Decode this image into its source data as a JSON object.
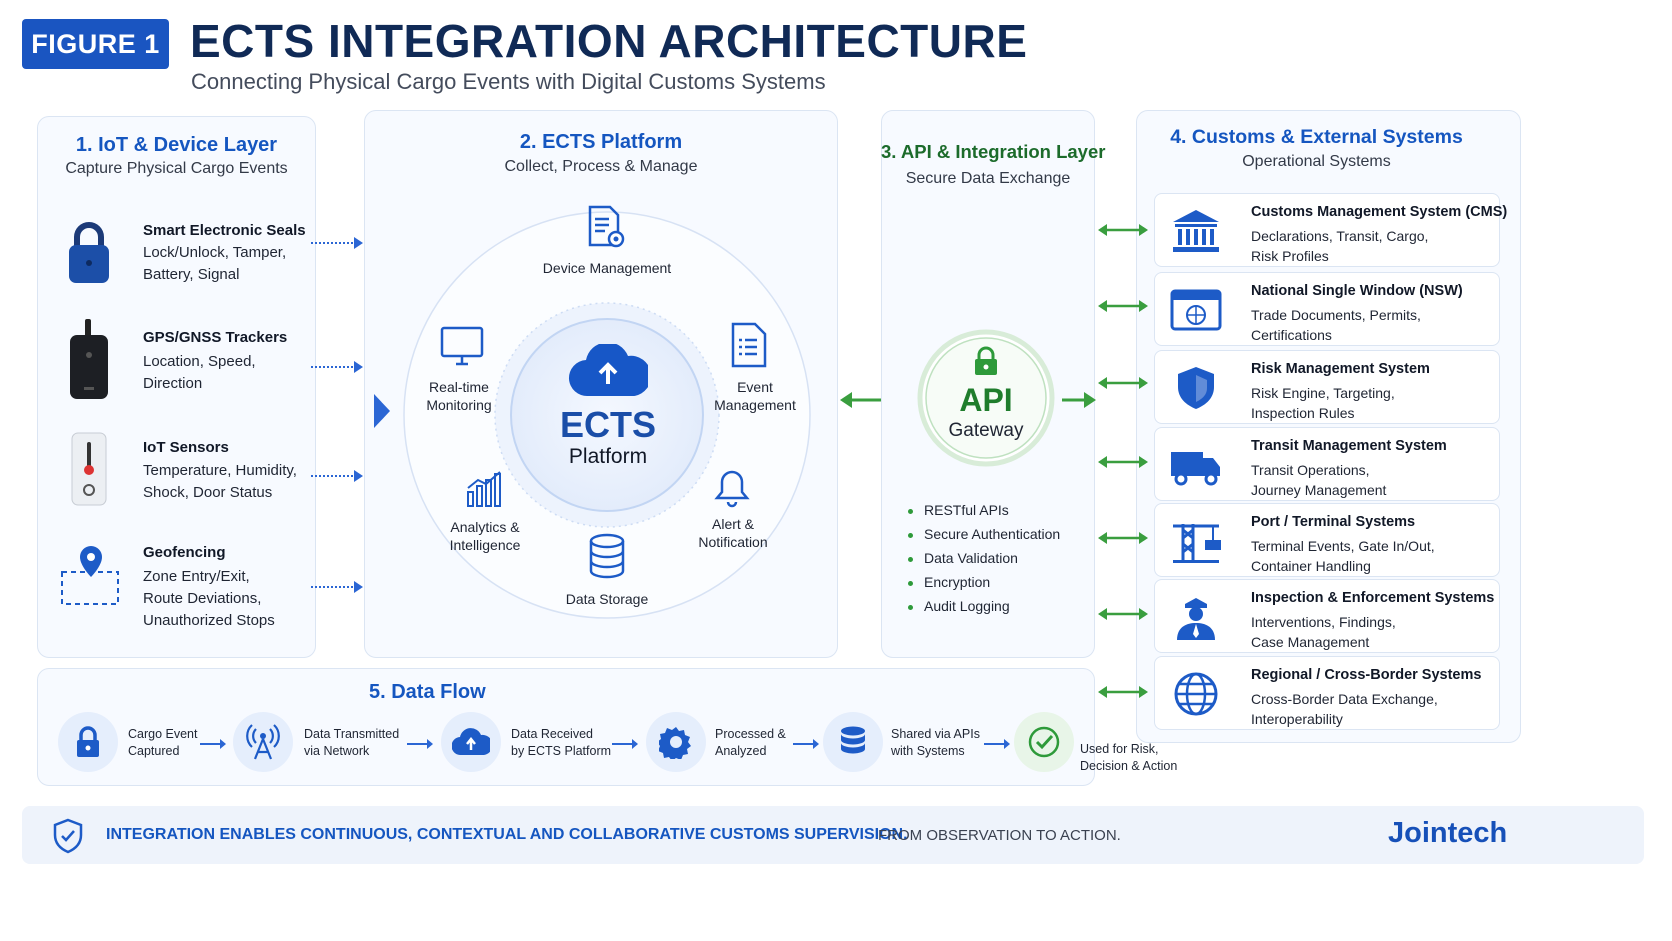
{
  "header": {
    "badge": "FIGURE 1",
    "title": "ECTS INTEGRATION ARCHITECTURE",
    "subtitle": "Connecting Physical Cargo Events with Digital Customs Systems"
  },
  "iot_layer": {
    "title": "1. IoT & Device Layer",
    "subtitle": "Capture Physical Cargo Events",
    "devices": [
      {
        "icon": "padlock-seal-icon",
        "title": "Smart Electronic Seals",
        "desc": [
          "Lock/Unlock, Tamper,",
          "Battery, Signal"
        ]
      },
      {
        "icon": "gps-tracker-icon",
        "title": "GPS/GNSS Trackers",
        "desc": [
          "Location, Speed,",
          "Direction"
        ]
      },
      {
        "icon": "sensor-icon",
        "title": "IoT Sensors",
        "desc": [
          "Temperature, Humidity,",
          "Shock, Door Status"
        ]
      },
      {
        "icon": "geofence-pin-icon",
        "title": "Geofencing",
        "desc": [
          "Zone Entry/Exit,",
          "Route Deviations,",
          "Unauthorized Stops"
        ]
      }
    ]
  },
  "platform": {
    "title": "2. ECTS Platform",
    "subtitle": "Collect, Process & Manage",
    "center_title": "ECTS",
    "center_sub": "Platform",
    "modules": [
      {
        "icon": "device-management-icon",
        "lines": [
          "Device Management"
        ]
      },
      {
        "icon": "event-document-icon",
        "lines": [
          "Event",
          "Management"
        ]
      },
      {
        "icon": "bell-icon",
        "lines": [
          "Alert &",
          "Notification"
        ]
      },
      {
        "icon": "database-icon",
        "lines": [
          "Data Storage"
        ]
      },
      {
        "icon": "analytics-chart-icon",
        "lines": [
          "Analytics &",
          "Intelligence"
        ]
      },
      {
        "icon": "monitor-icon",
        "lines": [
          "Real-time",
          "Monitoring"
        ]
      }
    ]
  },
  "api_layer": {
    "title": "3. API & Integration Layer",
    "subtitle": "Secure Data Exchange",
    "gateway_title": "API",
    "gateway_sub": "Gateway",
    "features": [
      "RESTful APIs",
      "Secure Authentication",
      "Data Validation",
      "Encryption",
      "Audit Logging"
    ]
  },
  "customs": {
    "title": "4. Customs & External Systems",
    "subtitle": "Operational Systems",
    "systems": [
      {
        "icon": "government-building-icon",
        "title": "Customs Management System (CMS)",
        "desc": [
          "Declarations, Transit, Cargo,",
          "Risk Profiles"
        ]
      },
      {
        "icon": "web-window-icon",
        "title": "National Single Window (NSW)",
        "desc": [
          "Trade Documents, Permits,",
          "Certifications"
        ]
      },
      {
        "icon": "shield-icon",
        "title": "Risk Management System",
        "desc": [
          "Risk Engine, Targeting,",
          "Inspection Rules"
        ]
      },
      {
        "icon": "truck-icon",
        "title": "Transit Management System",
        "desc": [
          "Transit Operations,",
          "Journey Management"
        ]
      },
      {
        "icon": "port-crane-icon",
        "title": "Port / Terminal Systems",
        "desc": [
          "Terminal Events, Gate In/Out,",
          "Container Handling"
        ]
      },
      {
        "icon": "officer-icon",
        "title": "Inspection & Enforcement Systems",
        "desc": [
          "Interventions, Findings,",
          "Case Management"
        ]
      },
      {
        "icon": "globe-icon",
        "title": "Regional / Cross-Border Systems",
        "desc": [
          "Cross-Border Data Exchange,",
          "Interoperability"
        ]
      }
    ]
  },
  "data_flow": {
    "title": "5. Data Flow",
    "steps": [
      {
        "icon": "lock-icon",
        "lines": [
          "Cargo Event",
          "Captured"
        ]
      },
      {
        "icon": "antenna-icon",
        "lines": [
          "Data Transmitted",
          "via Network"
        ]
      },
      {
        "icon": "cloud-upload-icon",
        "lines": [
          "Data Received",
          "by ECTS Platform"
        ]
      },
      {
        "icon": "gear-icon",
        "lines": [
          "Processed &",
          "Analyzed"
        ]
      },
      {
        "icon": "database-icon",
        "lines": [
          "Shared via APIs",
          "with Systems"
        ]
      },
      {
        "icon": "check-circle-icon",
        "lines": [
          "Used for Risk,",
          "Decision & Action"
        ]
      }
    ]
  },
  "footer": {
    "statement": "INTEGRATION ENABLES CONTINUOUS, CONTEXTUAL AND COLLABORATIVE CUSTOMS SUPERVISION.",
    "tagline": "FROM OBSERVATION TO ACTION.",
    "brand": "Jointech"
  },
  "colors": {
    "primary": "#1556c0",
    "navy": "#102a56",
    "green": "#2e9a3a",
    "panel": "#f7faff"
  }
}
